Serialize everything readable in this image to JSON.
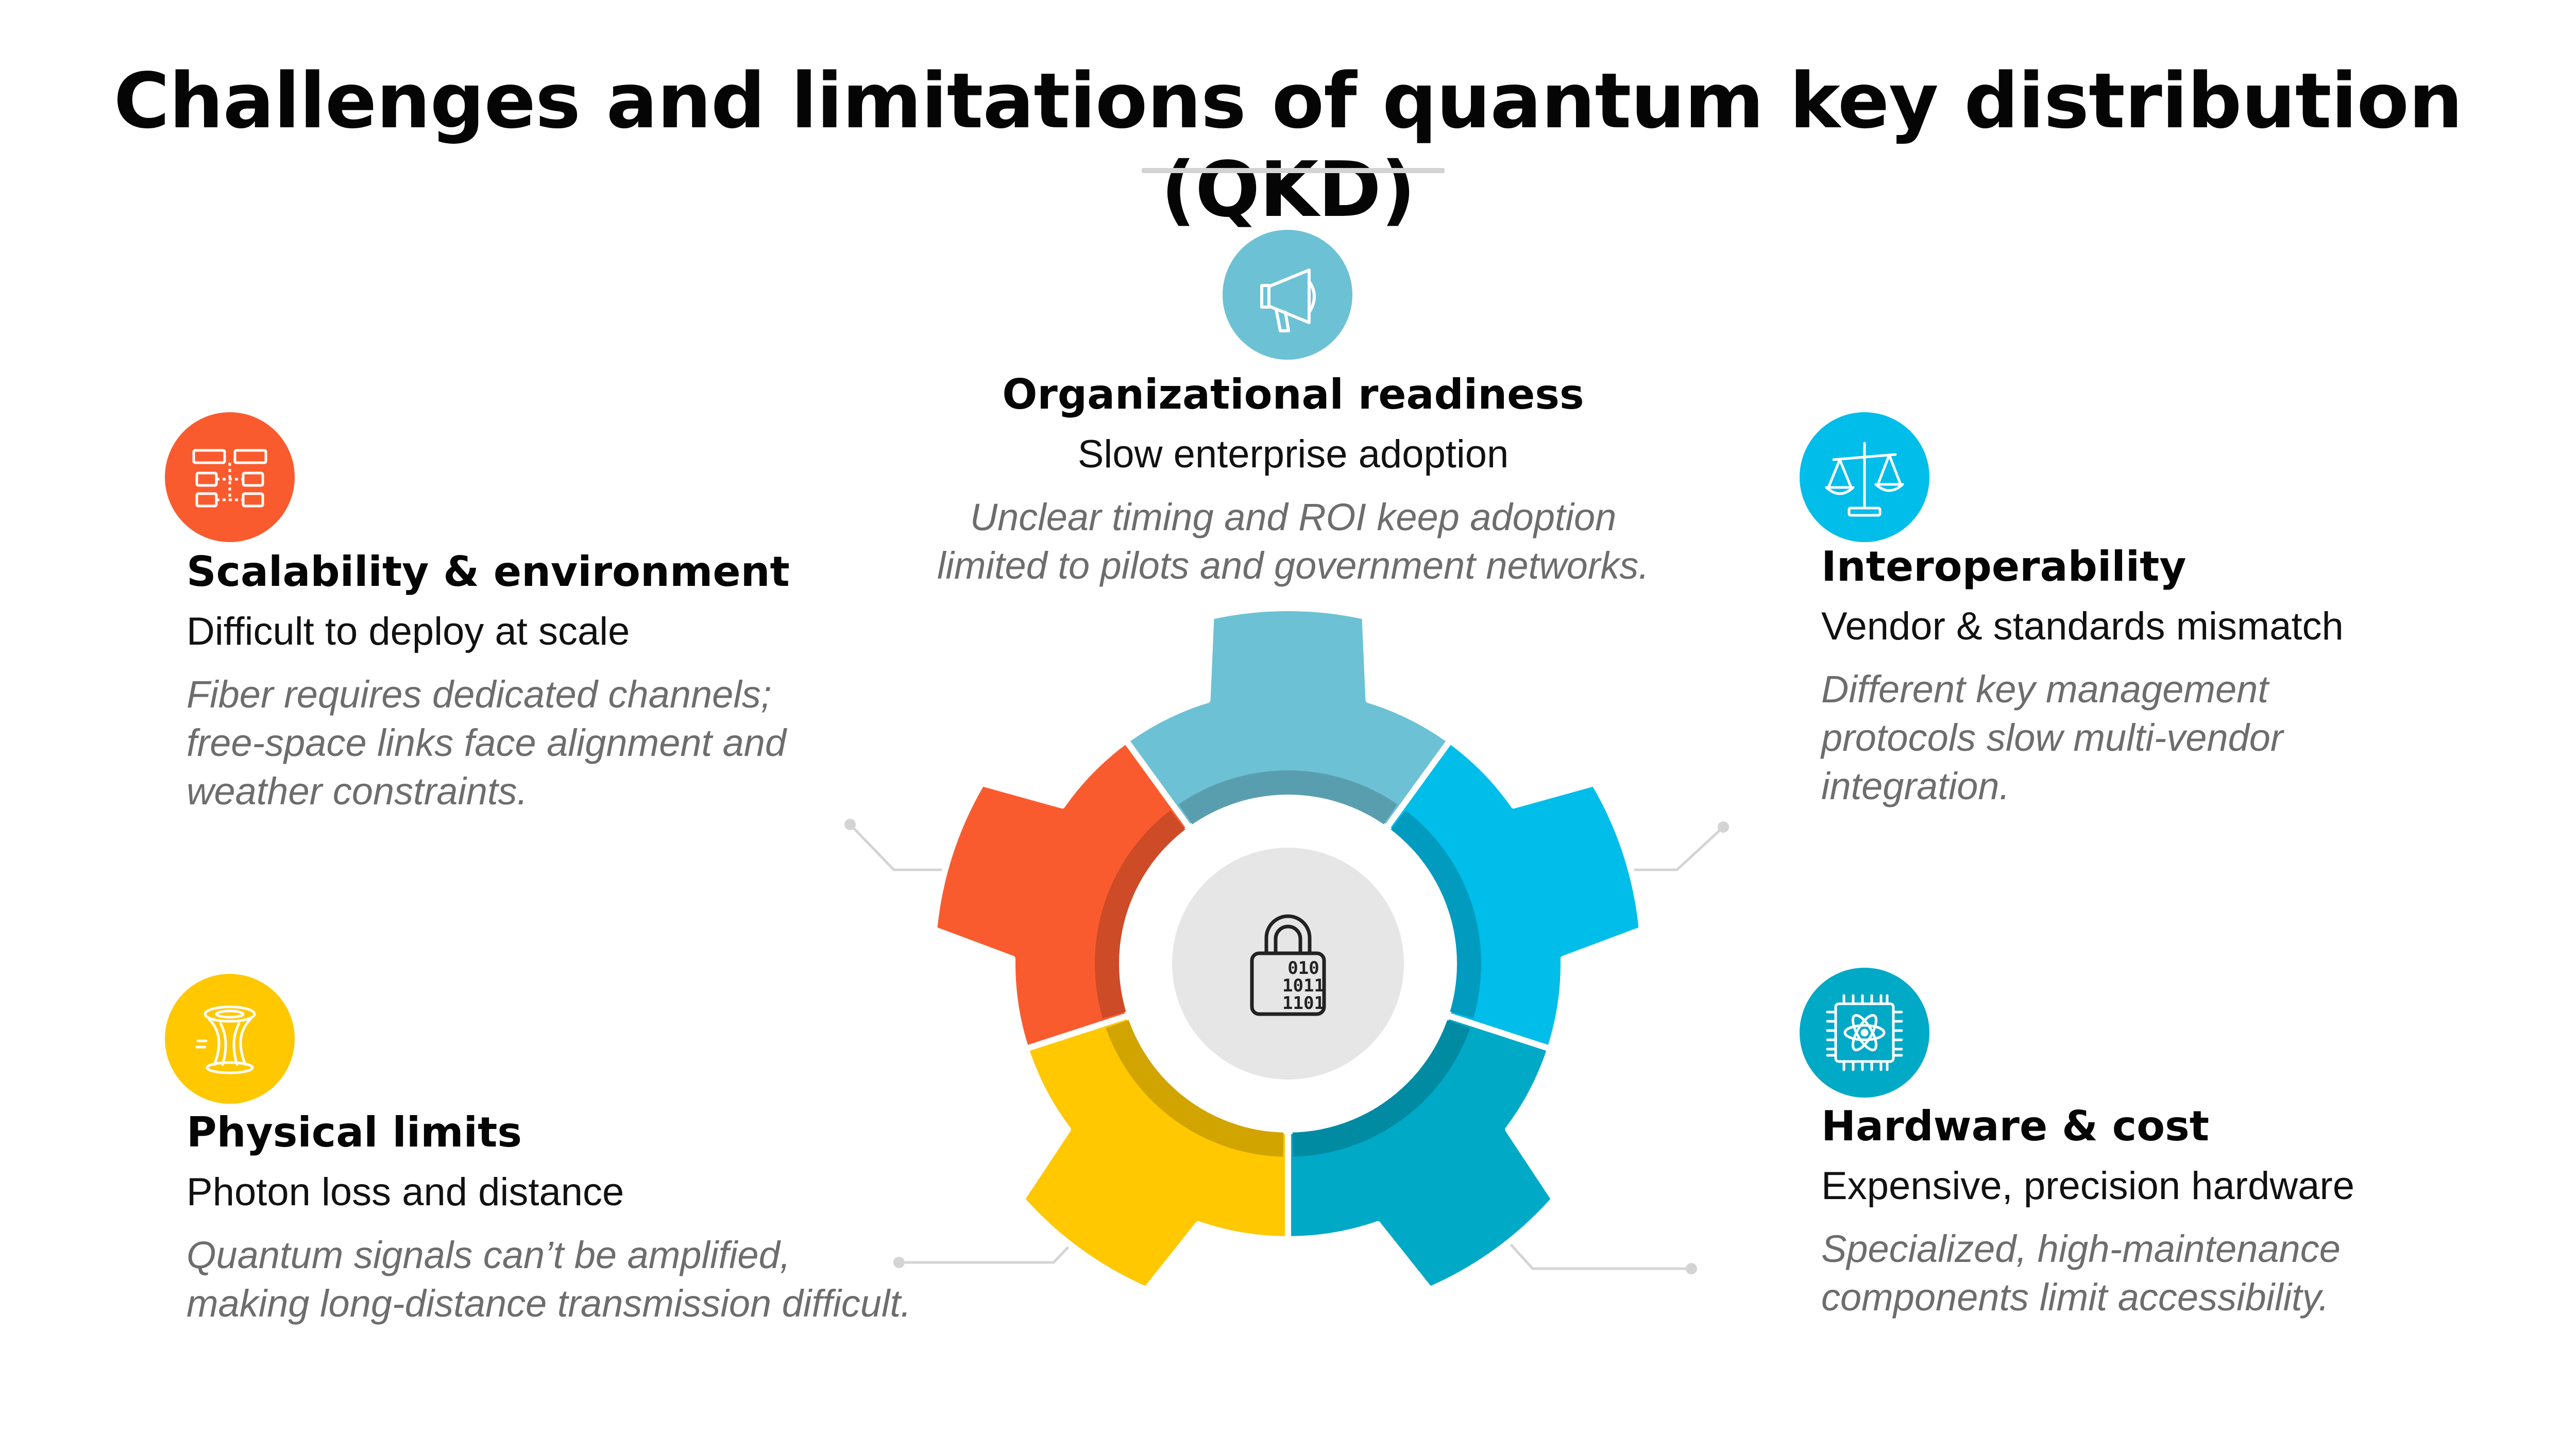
{
  "title": "Challenges and limitations of quantum key distribution (QKD)",
  "colors": {
    "org": "#6cc1d5",
    "interop": "#00bde9",
    "hardware": "#00a9c6",
    "physical": "#ffc800",
    "scalability": "#fa5b2e",
    "hub": "#e6e6e6",
    "connector": "#d4d4d4"
  },
  "items": {
    "org": {
      "icon": "megaphone-icon",
      "heading": "Organizational readiness",
      "subheading": "Slow enterprise adoption",
      "desc1": "Unclear timing and ROI keep adoption",
      "desc2": "limited to pilots and government networks."
    },
    "scalability": {
      "icon": "network-blocks-icon",
      "heading": "Scalability & environment",
      "subheading": "Difficult to deploy at scale",
      "desc1": "Fiber requires dedicated channels;",
      "desc2": "free-space links face alignment and",
      "desc3": "weather constraints."
    },
    "interop": {
      "icon": "balance-scale-icon",
      "heading": "Interoperability",
      "subheading": "Vendor & standards mismatch",
      "desc1": "Different key management",
      "desc2": "protocols slow multi-vendor",
      "desc3": "integration."
    },
    "physical": {
      "icon": "photon-beam-icon",
      "heading": "Physical limits",
      "subheading": "Photon loss and distance",
      "desc1": "Quantum signals can’t be amplified,",
      "desc2": "making long-distance transmission difficult."
    },
    "hardware": {
      "icon": "chip-atom-icon",
      "heading": "Hardware & cost",
      "subheading": "Expensive, precision hardware",
      "desc1": "Specialized, high-maintenance",
      "desc2": "components limit accessibility."
    }
  },
  "hub": {
    "icon": "binary-lock-icon"
  }
}
